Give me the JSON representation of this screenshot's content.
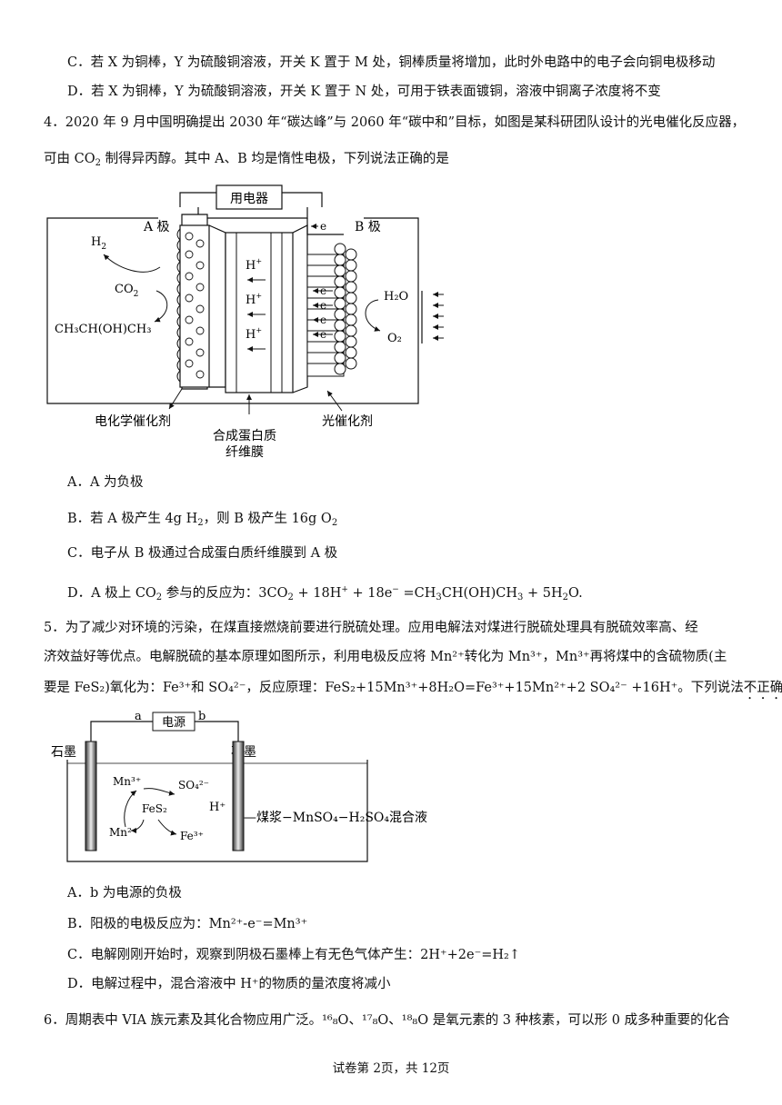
{
  "q3": {
    "optC": "C．若 X 为铜棒，Y 为硫酸铜溶液，开关 K 置于 M 处，铜棒质量将增加，此时外电路中的电子会向铜电极移动",
    "optD": "D．若 X 为铜棒，Y 为硫酸铜溶液，开关 K 置于 N 处，可用于铁表面镀铜，溶液中铜离子浓度将不变"
  },
  "q4": {
    "stem_line1": "4．2020 年 9 月中国明确提出 2030 年“碳达峰”与 2060 年“碳中和”目标，如图是某科研团队设计的光电催化反应器，",
    "stem_line2_a": "可由 CO",
    "stem_line2_sub": "2",
    "stem_line2_b": " 制得异丙醇。其中 A、B 均是惰性电极，下列说法正确的是",
    "diagram": {
      "device": "用电器",
      "electrode_a": "A 极",
      "electrode_b": "B 极",
      "h2": "H",
      "h2_sub": "2",
      "co2": "CO",
      "co2_sub": "2",
      "product": "CH₃CH(OH)CH₃",
      "proton": "H",
      "proton_sup": "+",
      "electron": "e",
      "water": "H₂O",
      "oxygen": "O₂",
      "light": "光",
      "cat_left": "电化学催化剂",
      "membrane_1": "合成蛋白质",
      "membrane_2": "纤维膜",
      "cat_right": "光催化剂"
    },
    "optA": "A．A 为负极",
    "optB_a": "B．若 A 极产生 4g H",
    "optB_b": "，则 B 极产生 16g O",
    "optC": "C．电子从 B 极通过合成蛋白质纤维膜到 A 极",
    "optD_a": "D．A 极上 CO",
    "optD_b": " 参与的反应为：3CO",
    "optD_c": " + 18H",
    "optD_d": " + 18e",
    "optD_e": " =CH",
    "optD_f": "CH(OH)CH",
    "optD_g": " + 5H",
    "optD_h": "O."
  },
  "q5": {
    "stem_line1": "5．为了减少对环境的污染，在煤直接燃烧前要进行脱硫处理。应用电解法对煤进行脱硫处理具有脱硫效率高、经",
    "stem_line2": "济效益好等优点。电解脱硫的基本原理如图所示，利用电极反应将 Mn²⁺转化为 Mn³⁺，Mn³⁺再将煤中的含硫物质(主",
    "stem_line3_a": "要是 FeS₂)氧化为：Fe³⁺和 SO₄²⁻，反应原理：FeS₂+15Mn³⁺+8H₂O=Fe³⁺+15Mn²⁺+2 SO₄²⁻ +16H⁺。下列说法",
    "stem_line3_dot": "不正确",
    "stem_line3_b": "的是",
    "diagram": {
      "terminal_a": "a",
      "power": "电源",
      "terminal_b": "b",
      "graphite_left": "石墨",
      "graphite_right": "石墨",
      "mn3": "Mn³⁺",
      "so4": "SO₄²⁻",
      "fes2": "FeS₂",
      "mn2": "Mn²⁺",
      "fe3": "Fe³⁺",
      "hplus": "H⁺",
      "mixture": "—煤浆−MnSO₄−H₂SO₄混合液"
    },
    "optA": "A．b 为电源的负极",
    "optB": "B．阳极的电极反应为：Mn²⁺-e⁻=Mn³⁺",
    "optC": "C．电解刚刚开始时，观察到阴极石墨棒上有无色气体产生：2H⁺+2e⁻=H₂↑",
    "optD": "D．电解过程中，混合溶液中 H⁺的物质的量浓度将减小"
  },
  "q6": {
    "stem": "6．周期表中 VIA 族元素及其化合物应用广泛。¹⁶₈O、¹⁷₈O、¹⁸₈O 是氧元素的 3 种核素，可以形 0 成多种重要的化合"
  },
  "footer": "试卷第 2页，共 12页"
}
